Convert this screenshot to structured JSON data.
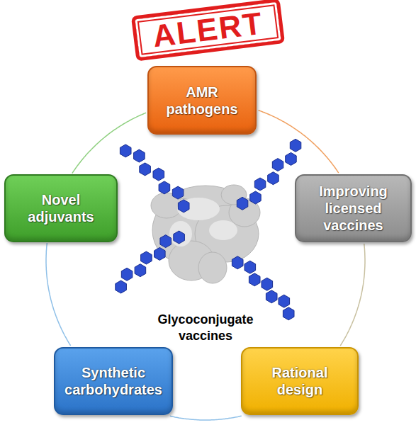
{
  "diagram": {
    "nodes": [
      {
        "text": [
          "AMR pathogens"
        ]
      },
      {
        "text": [
          "Improving licensed vaccines"
        ]
      },
      {
        "text": [
          "Rational design"
        ]
      },
      {
        "text": [
          "Synthetic carbohydrates"
        ]
      },
      {
        "text": [
          "Novel adjuvants"
        ]
      }
    ],
    "edges": [
      {
        "from": 0,
        "to": 1,
        "arrow": "none"
      },
      {
        "from": 1,
        "to": 2,
        "arrow": "none"
      },
      {
        "from": 2,
        "to": 3,
        "arrow": "none"
      },
      {
        "from": 3,
        "to": 4,
        "arrow": "none"
      },
      {
        "from": 4,
        "to": 0,
        "arrow": "none"
      }
    ],
    "labels": [
      "ALERT",
      "Glycoconjugate vaccines"
    ]
  }
}
